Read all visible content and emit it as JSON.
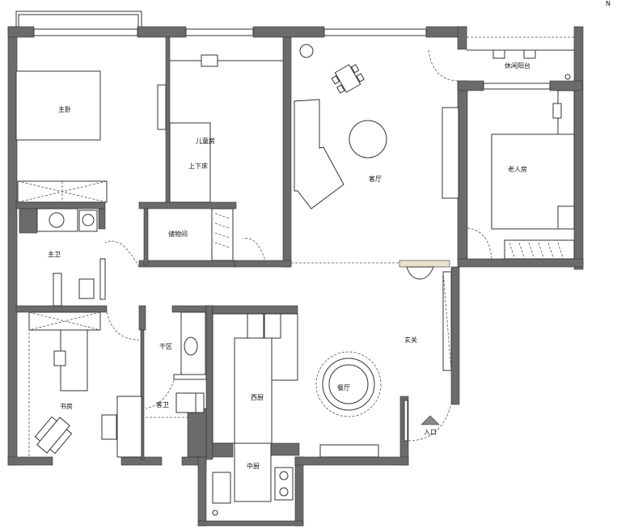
{
  "compass": "N",
  "rooms": {
    "master_bedroom": "主卧",
    "kids_room": "儿童房",
    "bunk_bed": "上下床",
    "storage": "储物间",
    "leisure_balcony": "休闲阳台",
    "living_room": "客厅",
    "elder_room": "老人房",
    "master_bath": "主卫",
    "dry_area": "干区",
    "guest_bath": "客卫",
    "study": "书房",
    "western_kitchen": "西厨",
    "dining_room": "餐厅",
    "foyer": "玄关",
    "entrance": "入口",
    "chinese_kitchen": "中厨"
  },
  "colors": {
    "wall": "#6b6b6b",
    "line": "#333333"
  }
}
